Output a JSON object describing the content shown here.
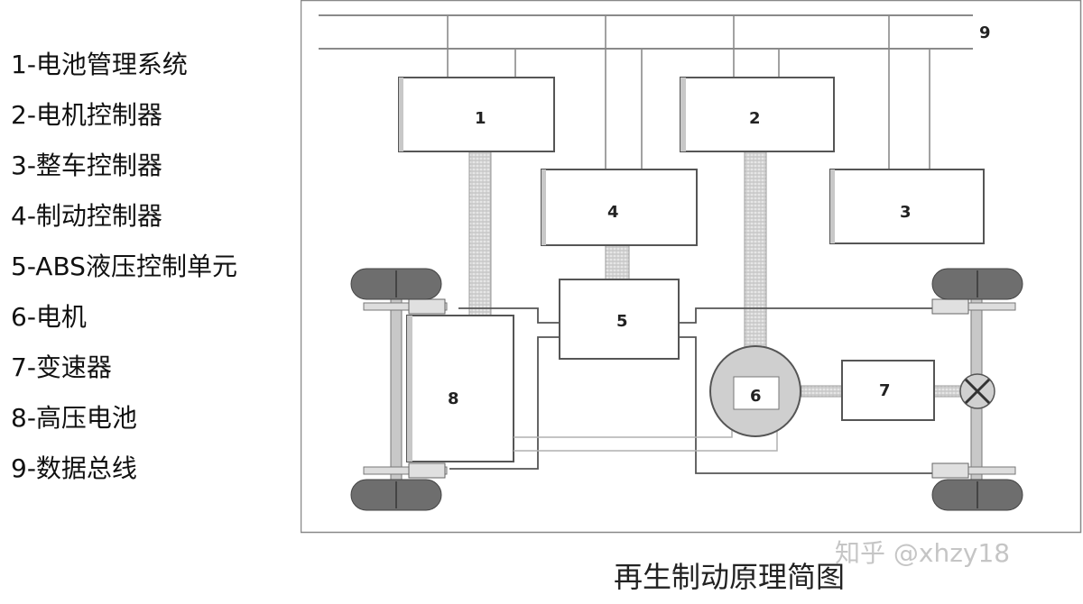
{
  "legend": [
    {
      "num": "1",
      "text": "1-电池管理系统"
    },
    {
      "num": "2",
      "text": "2-电机控制器"
    },
    {
      "num": "3",
      "text": "3-整车控制器"
    },
    {
      "num": "4",
      "text": "4-制动控制器"
    },
    {
      "num": "5",
      "text": "5-ABS液压控制单元"
    },
    {
      "num": "6",
      "text": "6-电机"
    },
    {
      "num": "7",
      "text": "7-变速器"
    },
    {
      "num": "8",
      "text": "8-高压电池"
    },
    {
      "num": "9",
      "text": "9-数据总线"
    }
  ],
  "diagram": {
    "box1": "1",
    "box2": "2",
    "box3": "3",
    "box4": "4",
    "box5": "5",
    "box6": "6",
    "box7": "7",
    "box8": "8",
    "bus": "9"
  },
  "caption": "再生制动原理简图",
  "watermark": "知乎 @xhzy18"
}
